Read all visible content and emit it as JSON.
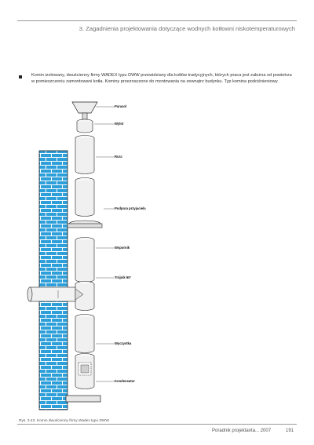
{
  "header": {
    "title": "3. Zagadnienia projektowania dotyczące wodnych kotłowni niskotemperaturowych"
  },
  "body": {
    "paragraph": "Komin izolowany, dwuścienny firmy WADEX typu DWW przewidziany dla kotłów tradycyjnych, których praca jest zależna od powietrza w pomieszczeniu zamontowani kotła. Kominy przeznaczone do montowania na zewnątrz budynku. Typ komina podciśnieniowy."
  },
  "figure": {
    "labels": {
      "parasol": "Parasol",
      "wylot": "Wylot",
      "rura": "Rura",
      "podpora": "Podpora przyjaciela",
      "wspornik": "Wspornik",
      "trojnik": "Trójnik 90°",
      "wyczystka": "Wyczystka",
      "kondensator": "Kondensator"
    },
    "colors": {
      "brick": "#2f9fd9",
      "mortar": "#ffffff",
      "pipe_fill": "#f2f2f2",
      "outline": "#222222"
    }
  },
  "caption": "Rys. 3.43. Komin dwuścienny firmy Wadex typu DWW",
  "footer": {
    "publication": "Poradnik projektanta... 2007",
    "page_number": "191"
  }
}
